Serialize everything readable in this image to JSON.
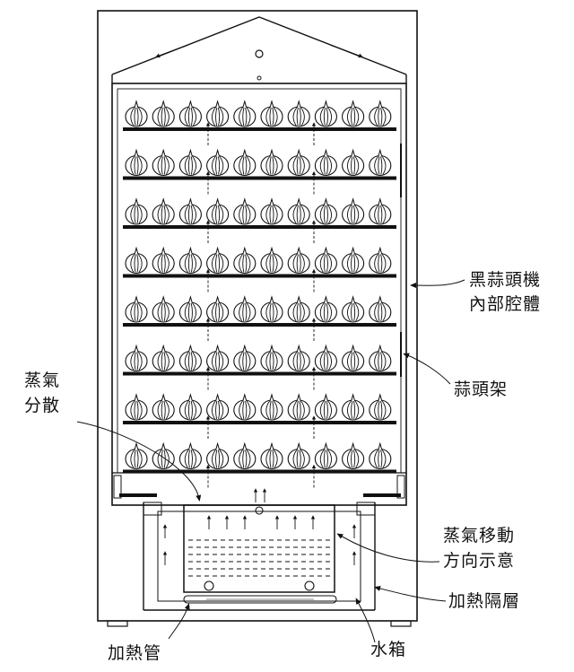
{
  "labels": {
    "chamber_line1": "黑蒜頭機",
    "chamber_line2": "內部腔體",
    "rack": "蒜頭架",
    "steam_diffuse_line1": "蒸氣",
    "steam_diffuse_line2": "分散",
    "steam_move_line1": "蒸氣移動",
    "steam_move_line2": "方向示意",
    "heating_layer": "加熱隔層",
    "heating_tube": "加熱管",
    "water_tank": "水箱"
  },
  "diagram": {
    "shelf_rows": 8,
    "garlic_per_row": 10
  }
}
